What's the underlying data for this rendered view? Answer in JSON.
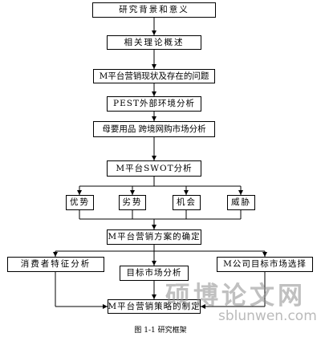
{
  "boxes": {
    "background": "研究背景和意义",
    "theory": "相关理论概述",
    "status": "M平台营销现状及存在的问题",
    "pest": "PEST外部环境分析",
    "market": "母要用品 跨境网购市场分析",
    "swot": "M平台SWOT分析",
    "strength": "优势",
    "weakness": "劣势",
    "opportunity": "机会",
    "threat": "威胁",
    "plan": "M平台营销方案的确定",
    "consumer": "消费者特征分析",
    "target": "目标市场分析",
    "selection": "M公司目标市场选择",
    "strategy": "M平台营销策略的制定"
  },
  "caption": "图 1-1 研究框架",
  "watermark": {
    "title": "硕博论文网",
    "url": "sblunwen.com"
  }
}
